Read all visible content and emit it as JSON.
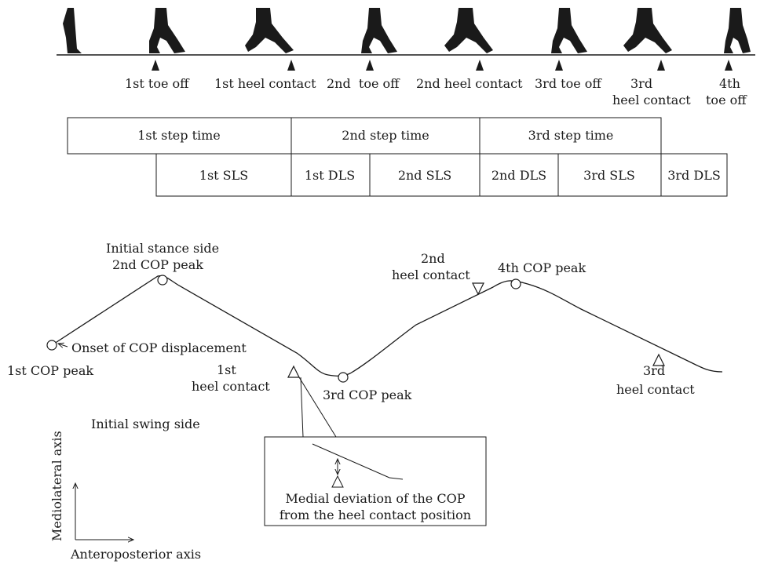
{
  "gait_events": [
    {
      "label": "1st toe off"
    },
    {
      "label": "1st heel contact"
    },
    {
      "label": "2nd  toe off"
    },
    {
      "label": "2nd heel contact"
    },
    {
      "label": "3rd toe off"
    },
    {
      "label_line1": "3rd",
      "label_line2": "heel contact"
    },
    {
      "label_line1": "4th",
      "label_line2": "toe off"
    }
  ],
  "step_times": [
    "1st step time",
    "2nd step time",
    "3rd step time"
  ],
  "support_phases": [
    "1st SLS",
    "1st DLS",
    "2nd SLS",
    "2nd DLS",
    "3rd SLS",
    "3rd DLS"
  ],
  "cop": {
    "initial_stance_side": "Initial stance side",
    "second_peak": "2nd COP peak",
    "first_peak": "1st COP peak",
    "onset": "Onset of COP displacement",
    "first_heel_contact": {
      "line1": "1st",
      "line2": "heel contact"
    },
    "third_peak": "3rd COP peak",
    "second_heel_contact": {
      "line1": "2nd",
      "line2": "heel contact"
    },
    "fourth_peak": "4th COP peak",
    "third_heel_contact": {
      "line1": "3rd",
      "line2": "heel contact"
    },
    "initial_swing_side": "Initial swing side",
    "inset_caption_line1": "Medial deviation of the COP",
    "inset_caption_line2": "from the heel contact position"
  },
  "axes": {
    "mediolateral": "Mediolateral axis",
    "anteroposterior": "Anteroposterior axis"
  }
}
